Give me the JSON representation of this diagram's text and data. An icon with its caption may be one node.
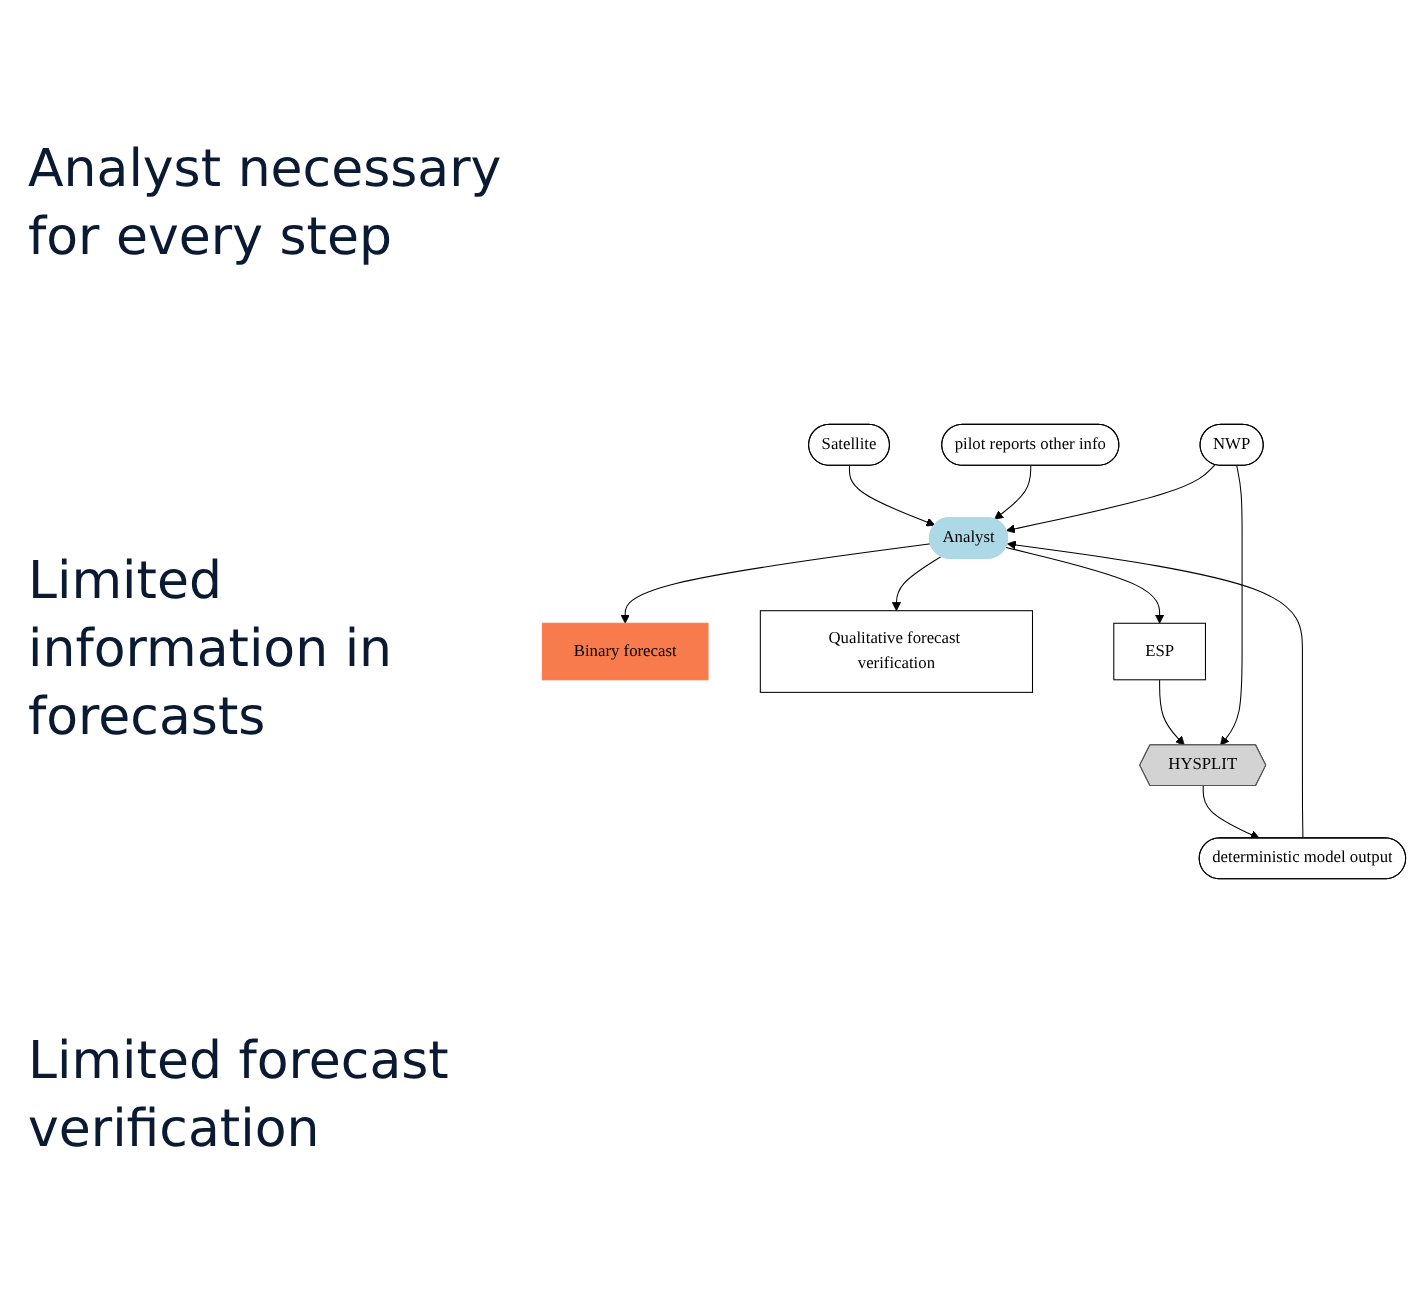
{
  "diagram": {
    "nodes": [
      {
        "text": [
          "Satellite"
        ]
      },
      {
        "text": [
          "pilot reports other info"
        ]
      },
      {
        "text": [
          "NWP"
        ]
      },
      {
        "text": [
          "Analyst"
        ]
      },
      {
        "text": [
          "Binary forecast"
        ]
      },
      {
        "text": [
          "Qualitative forecast verification"
        ]
      },
      {
        "text": [
          "ESP"
        ]
      },
      {
        "text": [
          "HYSPLIT"
        ]
      },
      {
        "text": [
          "deterministic model output"
        ]
      }
    ],
    "edges": [
      {
        "from": 0,
        "to": 3,
        "arrow": "to"
      },
      {
        "from": 1,
        "to": 3,
        "arrow": "to"
      },
      {
        "from": 2,
        "to": 3,
        "arrow": "to"
      },
      {
        "from": 3,
        "to": 4,
        "arrow": "to"
      },
      {
        "from": 3,
        "to": 5,
        "arrow": "to"
      },
      {
        "from": 3,
        "to": 6,
        "arrow": "to"
      },
      {
        "from": 6,
        "to": 7,
        "arrow": "to"
      },
      {
        "from": 2,
        "to": 7,
        "arrow": "to"
      },
      {
        "from": 7,
        "to": 8,
        "arrow": "to"
      },
      {
        "from": 8,
        "to": 3,
        "arrow": "to"
      }
    ],
    "labels": [
      "Analyst necessary for every step",
      "Limited information in forecasts",
      "Limited forecast verification"
    ]
  }
}
